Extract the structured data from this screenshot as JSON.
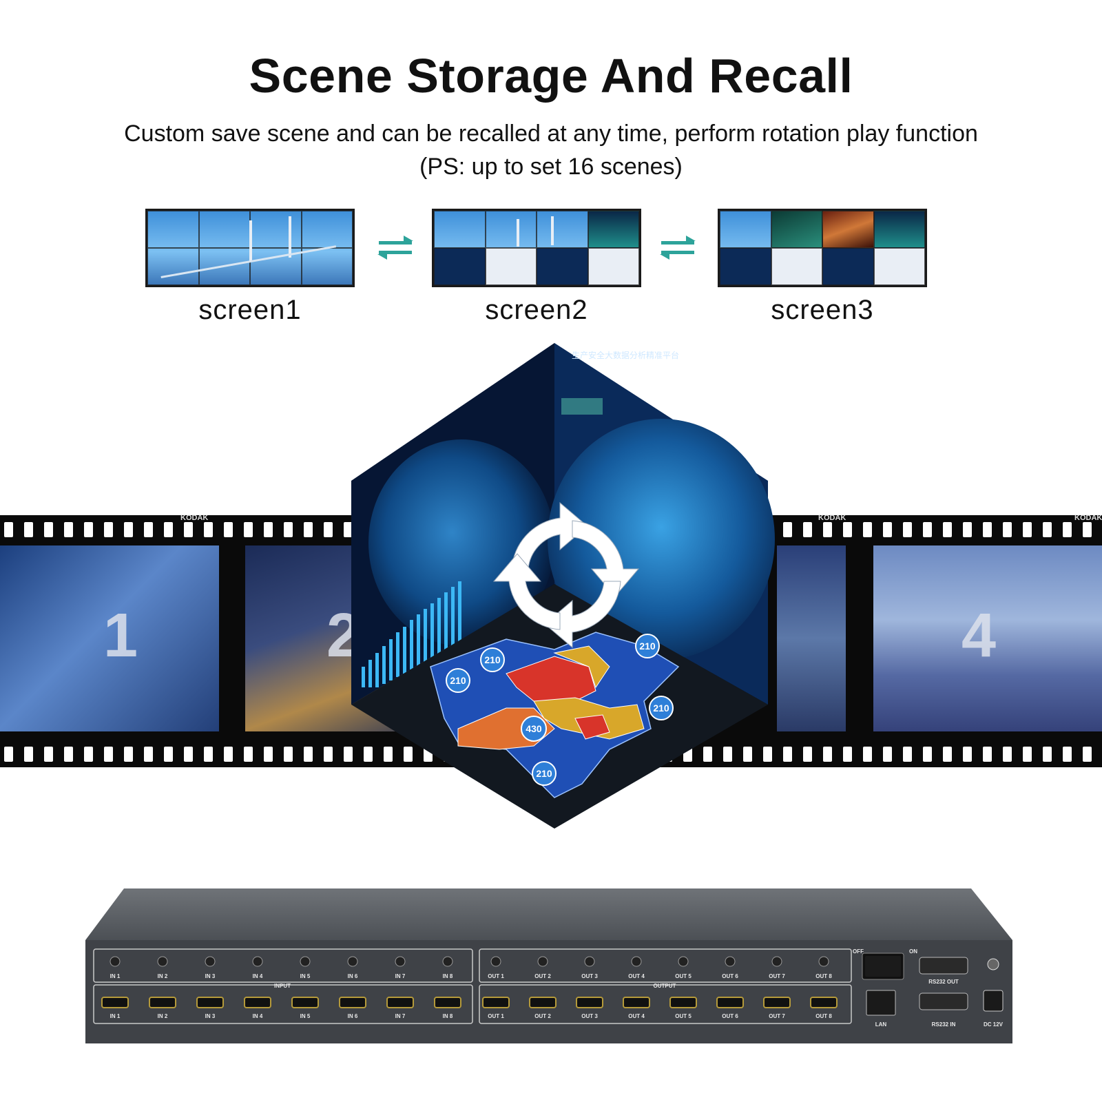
{
  "header": {
    "title": "Scene Storage And Recall",
    "subtitle_line1": "Custom save scene and can be recalled at any time, perform rotation play function",
    "subtitle_line2": "(PS: up to set 16 scenes)"
  },
  "scenes": [
    {
      "label": "screen1"
    },
    {
      "label": "screen2"
    },
    {
      "label": "screen3"
    }
  ],
  "film": {
    "brand": "KODAK",
    "frames": [
      "1",
      "2",
      "4"
    ]
  },
  "cube": {
    "top_title": "生产安全大数据分析精准平台",
    "map_badges": [
      "210",
      "210",
      "210",
      "430",
      "210",
      "210"
    ]
  },
  "device": {
    "top_inputs": [
      "IN 1",
      "IN 2",
      "IN 3",
      "IN 4",
      "IN 5",
      "IN 6",
      "IN 7",
      "IN 8"
    ],
    "top_outputs": [
      "OUT 1",
      "OUT 2",
      "OUT 3",
      "OUT 4",
      "OUT 5",
      "OUT 6",
      "OUT 7",
      "OUT 8"
    ],
    "input_group": "INPUT",
    "output_group": "OUTPUT",
    "switch_off": "OFF",
    "switch_on": "ON",
    "rs232_out": "RS232 OUT",
    "rs232_in": "RS232 IN",
    "lan": "LAN",
    "dc": "DC 12V"
  },
  "colors": {
    "accent": "#2da39a",
    "device_body": "#4a4d52",
    "map_blue": "#1f4fb5",
    "map_red": "#d8342a",
    "map_yellow": "#d8a72a"
  }
}
